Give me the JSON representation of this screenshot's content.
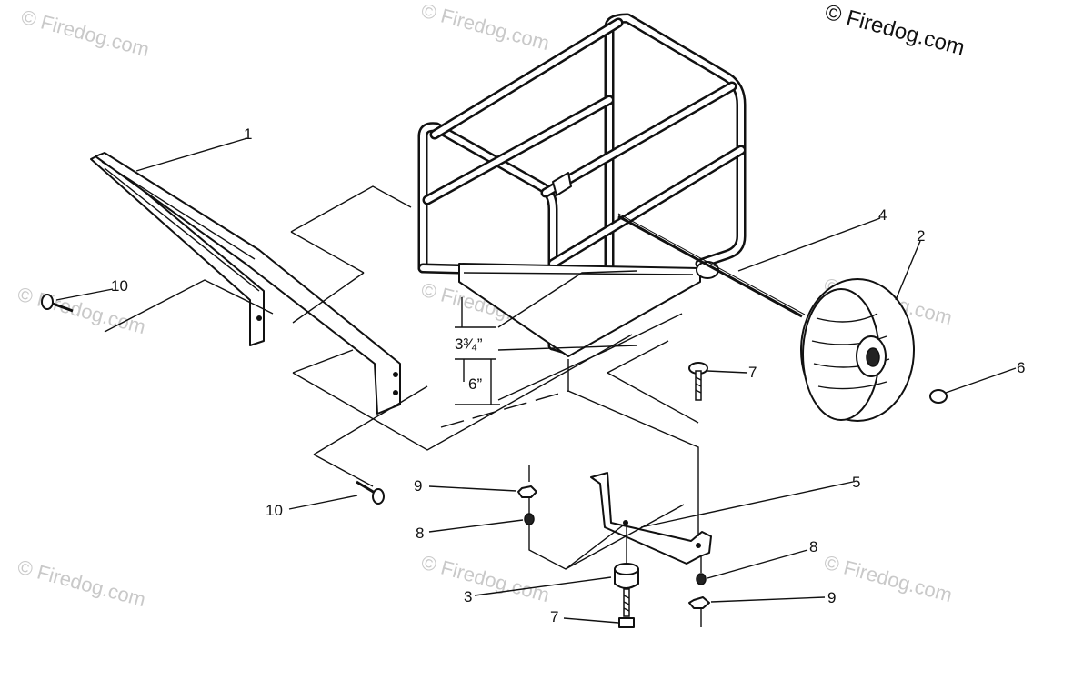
{
  "watermark": {
    "text": "© Firedog.com",
    "main": "© Firedog.com"
  },
  "dimensions": {
    "upper": "3³⁄₄”",
    "lower": "6”"
  },
  "callouts": {
    "c1": "1",
    "c2": "2",
    "c3": "3",
    "c4": "4",
    "c5": "5",
    "c6": "6",
    "c7a": "7",
    "c7b": "7",
    "c8a": "8",
    "c8b": "8",
    "c9a": "9",
    "c9b": "9",
    "c10a": "10",
    "c10b": "10"
  }
}
